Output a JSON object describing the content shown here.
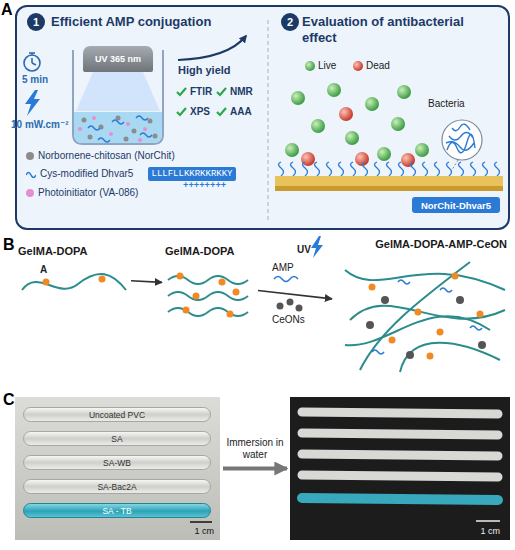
{
  "diagram": {
    "nodes": [
      {
        "text": [
          "A"
        ]
      },
      {
        "text": [
          "1"
        ],
        "in": 0
      },
      {
        "text": [
          "2"
        ],
        "in": 0
      },
      {
        "text": [
          "UV 365 nm"
        ],
        "in": 0
      },
      {
        "text": [
          "LLLFLLKKRKKRKKY"
        ],
        "in": 0
      },
      {
        "text": [
          "NorChit-Dhvar5"
        ],
        "in": 0
      },
      {
        "text": [
          "GelMA-DOPA"
        ]
      },
      {
        "text": [
          "GelMA-DOPA"
        ]
      },
      {
        "text": [
          "GelMA-DOPA-AMP-CeON"
        ]
      },
      {
        "text": [
          "1 cm"
        ]
      },
      {
        "text": [
          "Uncoated PVC"
        ],
        "in": 9
      },
      {
        "text": [
          "SA"
        ],
        "in": 9
      },
      {
        "text": [
          "SA-WB"
        ],
        "in": 9
      },
      {
        "text": [
          "SA-Bac2A"
        ],
        "in": 9
      },
      {
        "text": [
          "SA - TB"
        ],
        "in": 9
      },
      {
        "text": [
          "1 cm"
        ]
      }
    ],
    "edges": [
      {
        "from": 6,
        "to": 7,
        "arrow": "to"
      },
      {
        "from": 7,
        "to": 8,
        "arrow": "to"
      },
      {
        "from": 9,
        "to": 15,
        "arrow": "to",
        "label": "Immersion in water"
      }
    ],
    "labels": [
      "Efficient AMP conjugation",
      "Evaluation of antibacterial effect",
      "5 min",
      "10 mW.cm⁻²",
      "High yield",
      "FTIR",
      "NMR",
      "XPS",
      "AAA",
      "++++++++",
      "Live",
      "Dead",
      "Bacteria",
      "B",
      "A",
      "AMP",
      "UV",
      "CeONs",
      "C"
    ],
    "legend": [
      {
        "text": "Norbornene-chitosan (NorChit)",
        "color": "#8c8c8c"
      },
      {
        "text": "Cys-modified Dhvar5"
      },
      {
        "text": "Photoinitiator (VA-086)",
        "color": "#e58fcf"
      }
    ]
  }
}
